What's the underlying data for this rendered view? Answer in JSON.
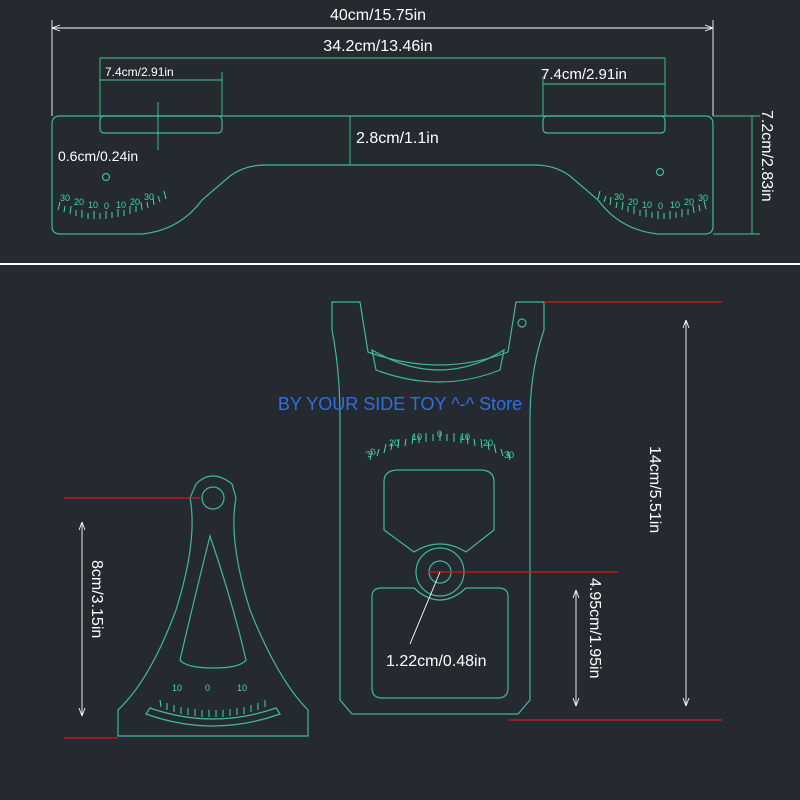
{
  "dimensions": {
    "total_length": "40cm/15.75in",
    "inner_length": "34.2cm/13.46in",
    "slot_left": "7.4cm/2.91in",
    "slot_right": "7.4cm/2.91in",
    "slot_height": "0.6cm/0.24in",
    "center_height": "2.8cm/1.1in",
    "total_height": "7.2cm/2.83in",
    "small_height": "8cm/3.15in",
    "hole_diameter": "1.22cm/0.48in",
    "lower_height": "4.95cm/1.95in",
    "tall_height": "14cm/5.51in"
  },
  "watermark": "BY YOUR SIDE TOY ^-^ Store",
  "scales": {
    "wide": [
      "30",
      "20",
      "10",
      "0",
      "10",
      "20",
      "30"
    ],
    "small": [
      "10",
      "0",
      "10"
    ]
  },
  "colors": {
    "background": "#252a30",
    "outline": "#3fb8a0",
    "scale": "#3fd9a6",
    "dimension_line": "#ffffff",
    "watermark": "#2f6fe0",
    "marker": "#d31a1a",
    "divider": "#ffffff"
  }
}
